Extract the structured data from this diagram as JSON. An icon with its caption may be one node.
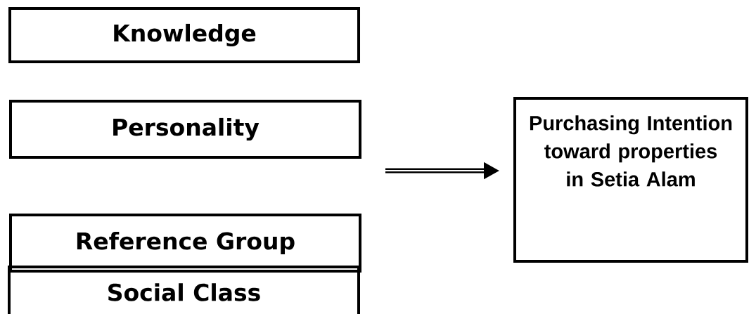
{
  "diagram": {
    "nodes": [
      {
        "text": [
          "Knowledge"
        ]
      },
      {
        "text": [
          "Personality"
        ]
      },
      {
        "text": [
          "Reference Group"
        ]
      },
      {
        "text": [
          "Social Class"
        ]
      },
      {
        "text": [
          "Purchasing Intention toward properties in Setia Alam"
        ]
      }
    ],
    "edges": [
      {
        "from": null,
        "to": 4,
        "arrow": "to"
      }
    ]
  }
}
